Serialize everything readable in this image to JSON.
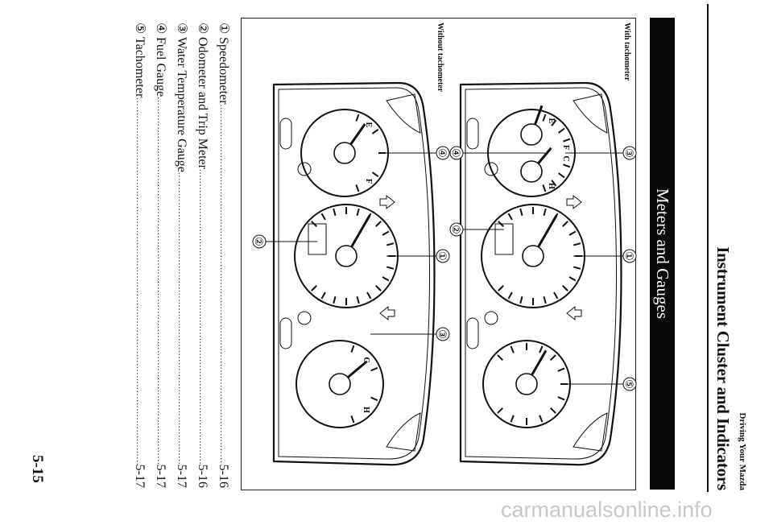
{
  "header": {
    "section": "Driving Your Mazda",
    "title": "Instrument Cluster and Indicators",
    "bar_title": "Meters and Gauges"
  },
  "figures": {
    "with_tach_caption": "With tachometer",
    "without_tach_caption": "Without tachometer",
    "with_tach_callouts": [
      "④",
      "③",
      "②",
      "①",
      "⑤"
    ],
    "without_tach_callouts": [
      "④",
      "②",
      "①",
      "③"
    ],
    "gauge_letters": {
      "fuel_empty": "E",
      "fuel_full": "F",
      "temp_cold": "C",
      "temp_hot": "H"
    }
  },
  "list": [
    {
      "num": "①",
      "label": "Speedometer",
      "page": "5-16"
    },
    {
      "num": "②",
      "label": "Odometer and Trip Meter",
      "page": "5-16"
    },
    {
      "num": "③",
      "label": "Water Temperature Gauge",
      "page": "5-17"
    },
    {
      "num": "④",
      "label": "Fuel Gauge",
      "page": "5-17"
    },
    {
      "num": "⑤",
      "label": "Tachometer",
      "page": "5-17"
    }
  ],
  "page_number": "5-15",
  "watermark": "carmanualsonline.info"
}
